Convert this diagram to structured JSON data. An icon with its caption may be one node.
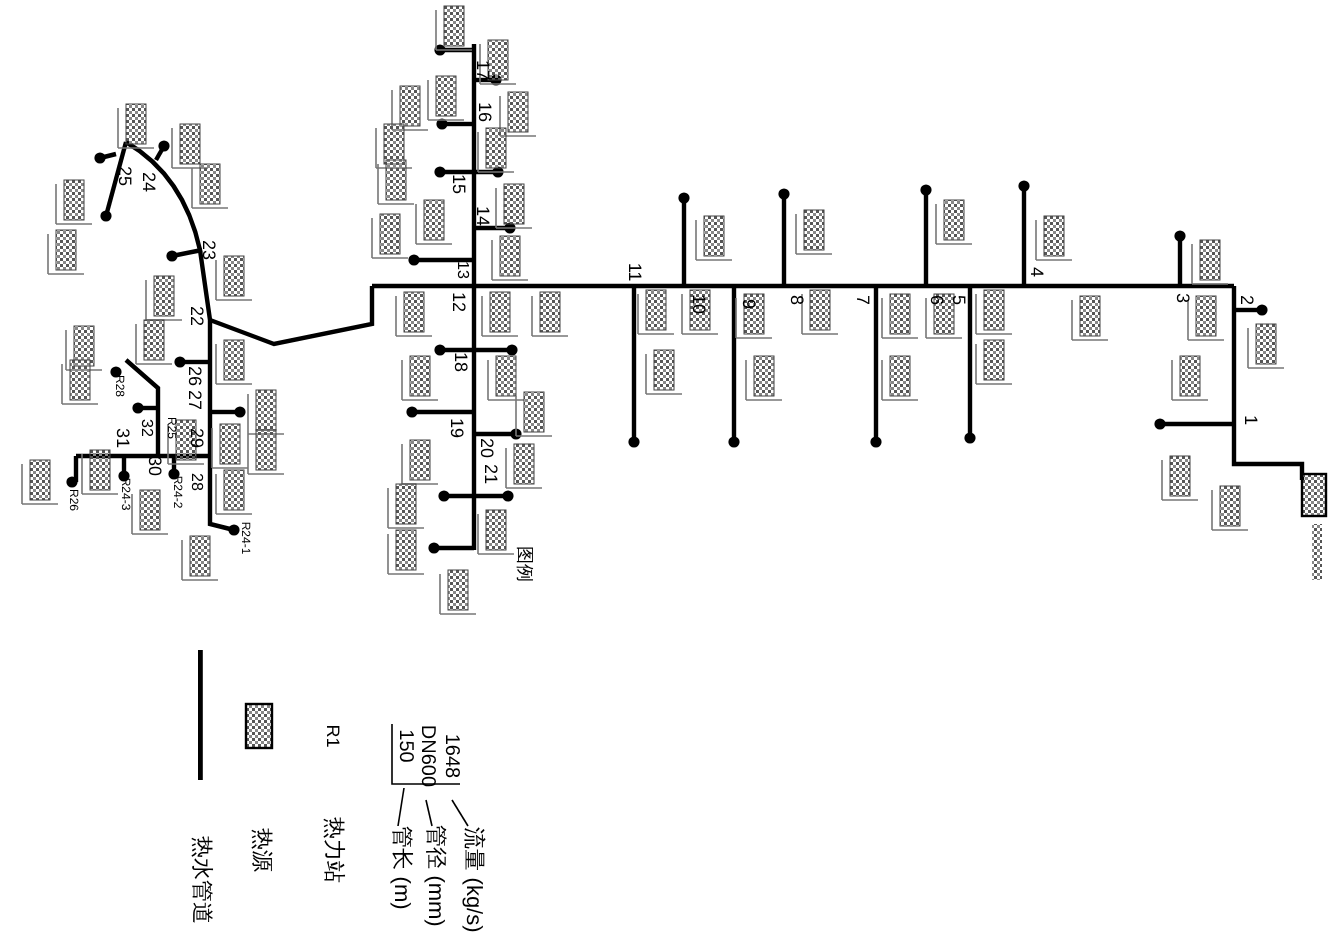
{
  "diagram": {
    "nodes": [
      {
        "text": [
          "1648"
        ]
      },
      {
        "text": [
          "DN600"
        ]
      },
      {
        "text": [
          "150"
        ]
      },
      {
        "text": [
          "流量 (kg/s)"
        ]
      },
      {
        "text": [
          "管径 (mm)"
        ]
      },
      {
        "text": [
          "管长 (m)"
        ]
      }
    ],
    "edges": [
      {
        "from": 0,
        "to": 3,
        "arrow": "none"
      },
      {
        "from": 1,
        "to": 4,
        "arrow": "none"
      },
      {
        "from": 2,
        "to": 5,
        "arrow": "none"
      }
    ],
    "labels": [
      "17",
      "16",
      "15",
      "14",
      "13",
      "12",
      "11",
      "10",
      "9",
      "8",
      "7",
      "6",
      "5",
      "4",
      "3",
      "2",
      "18",
      "19",
      "20",
      "21",
      "1",
      "25",
      "24",
      "23",
      "22",
      "26",
      "27",
      "31",
      "32",
      "29",
      "28",
      "30",
      "R28",
      "R25",
      "R26",
      "R24-3",
      "R24-2",
      "R24-1",
      "图例",
      "R1"
    ],
    "legend": [
      {
        "text": "热力站"
      },
      {
        "text": "热源"
      },
      {
        "text": "热水管道"
      }
    ]
  }
}
